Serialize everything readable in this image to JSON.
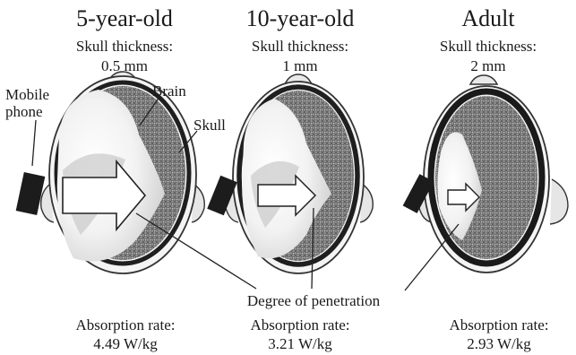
{
  "panels": [
    {
      "age": "5-year-old",
      "thickness_label": "Skull thickness:",
      "thickness_value": "0.5 mm",
      "absorption_label": "Absorption rate:",
      "absorption_value": "4.49 W/kg"
    },
    {
      "age": "10-year-old",
      "thickness_label": "Skull thickness:",
      "thickness_value": "1 mm",
      "absorption_label": "Absorption rate:",
      "absorption_value": "3.21 W/kg"
    },
    {
      "age": "Adult",
      "thickness_label": "Skull thickness:",
      "thickness_value": "2 mm",
      "absorption_label": "Absorption rate:",
      "absorption_value": "2.93 W/kg"
    }
  ],
  "labels": {
    "mobile_phone_line1": "Mobile",
    "mobile_phone_line2": "phone",
    "brain": "Brain",
    "skull": "Skull",
    "penetration": "Degree of penetration"
  },
  "colors": {
    "phone": "#1c1c1c",
    "skull": "#222222",
    "brain_texture": "#8a8a8a",
    "penetration": "#eeeeee"
  }
}
